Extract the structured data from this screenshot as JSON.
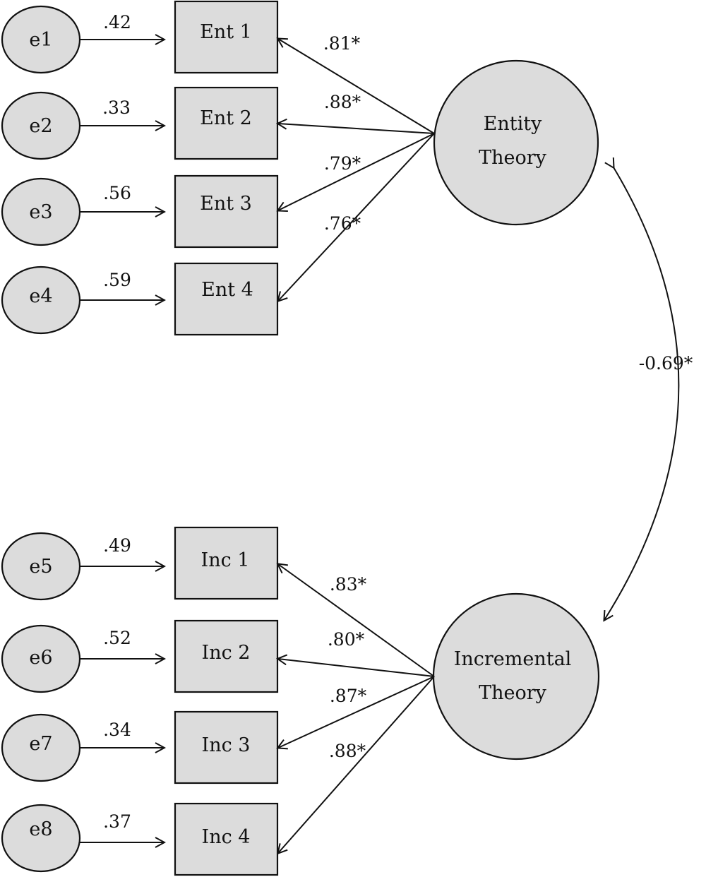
{
  "latent_factors": [
    {
      "id": "entity",
      "label_lines": [
        "Entity",
        "Theory"
      ]
    },
    {
      "id": "incremental",
      "label_lines": [
        "Incremental",
        "Theory"
      ]
    }
  ],
  "indicators": [
    {
      "id": "ent1",
      "label": "Ent 1",
      "error": "e1",
      "error_loading": ".42",
      "factor_loading": ".81*"
    },
    {
      "id": "ent2",
      "label": "Ent 2",
      "error": "e2",
      "error_loading": ".33",
      "factor_loading": ".88*"
    },
    {
      "id": "ent3",
      "label": "Ent 3",
      "error": "e3",
      "error_loading": ".56",
      "factor_loading": ".79*"
    },
    {
      "id": "ent4",
      "label": "Ent 4",
      "error": "e4",
      "error_loading": ".59",
      "factor_loading": ".76*"
    },
    {
      "id": "inc1",
      "label": "Inc 1",
      "error": "e5",
      "error_loading": ".49",
      "factor_loading": ".83*"
    },
    {
      "id": "inc2",
      "label": "Inc 2",
      "error": "e6",
      "error_loading": ".52",
      "factor_loading": ".80*"
    },
    {
      "id": "inc3",
      "label": "Inc 3",
      "error": "e7",
      "error_loading": ".34",
      "factor_loading": ".87*"
    },
    {
      "id": "inc4",
      "label": "Inc 4",
      "error": "e8",
      "error_loading": ".37",
      "factor_loading": ".88*"
    }
  ],
  "correlation": {
    "between": [
      "entity",
      "incremental"
    ],
    "label": "-0.69*"
  }
}
